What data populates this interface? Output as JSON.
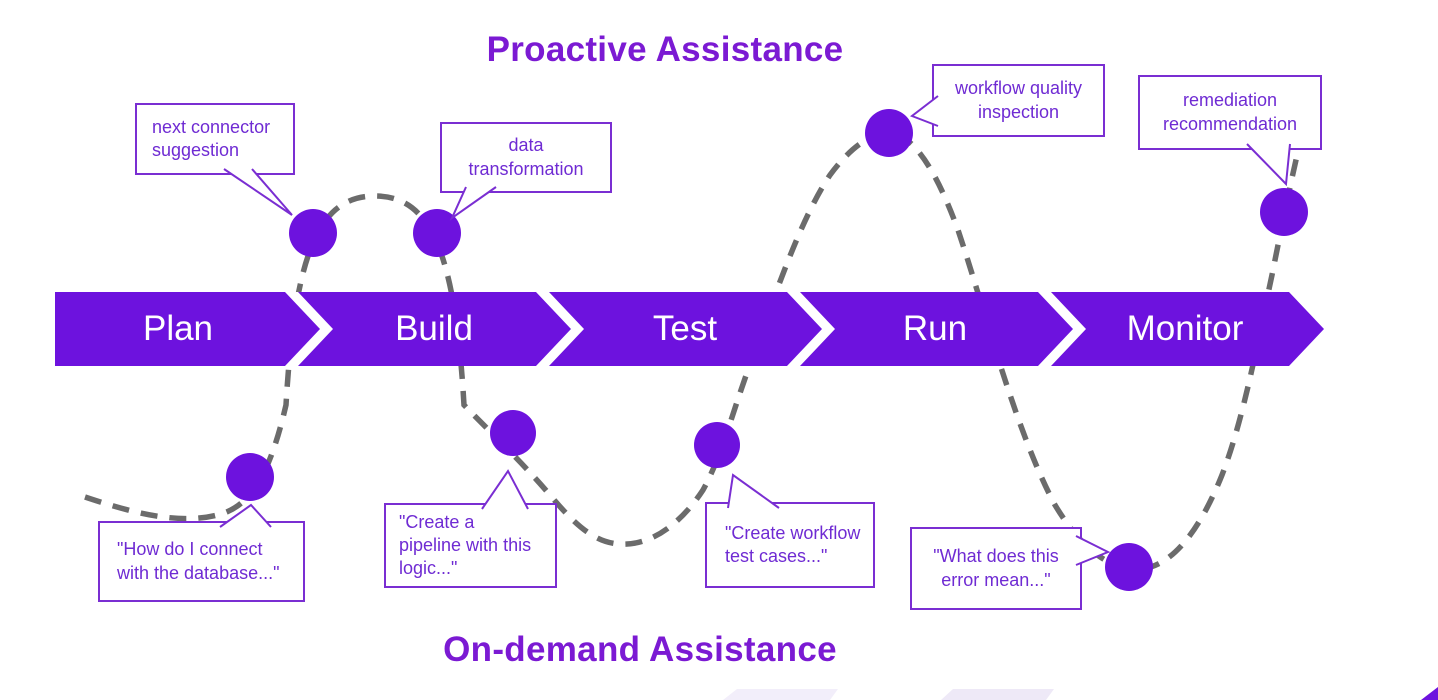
{
  "titles": {
    "proactive": "Proactive Assistance",
    "ondemand": "On-demand Assistance"
  },
  "stages": [
    {
      "label": "Plan"
    },
    {
      "label": "Build"
    },
    {
      "label": "Test"
    },
    {
      "label": "Run"
    },
    {
      "label": "Monitor"
    }
  ],
  "proactive_callouts": [
    {
      "label": "next connector\nsuggestion"
    },
    {
      "label": "data\ntransformation"
    },
    {
      "label": "workflow quality\ninspection"
    },
    {
      "label": "remediation\nrecommendation"
    }
  ],
  "ondemand_callouts": [
    {
      "label": "\"How do I connect\nwith the database...\""
    },
    {
      "label": "\"Create a\npipeline with this\nlogic...\""
    },
    {
      "label": "\"Create workflow\ntest cases...\""
    },
    {
      "label": "\"What does this\nerror mean...\""
    }
  ],
  "colors": {
    "primary": "#6D12DE",
    "callout_border": "#7A2ED2",
    "callout_text": "#6F2BD3",
    "title_text": "#7B1AD3",
    "curve_gray": "#6B6B6B",
    "stage_label": "#FFFFFF"
  }
}
